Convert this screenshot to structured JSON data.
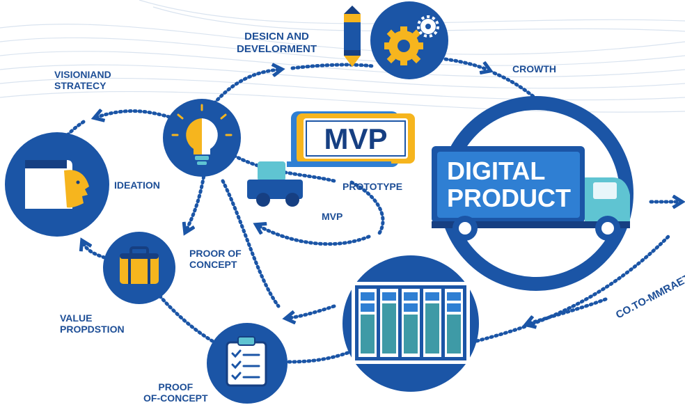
{
  "colors": {
    "primary_blue": "#1b55a6",
    "dark_blue": "#163f82",
    "light_blue": "#2f7fd3",
    "accent_yellow": "#f6b51e",
    "teal": "#5fc4d2",
    "label_blue": "#1d4e96"
  },
  "labels": {
    "design_line1": "DESICN AND",
    "design_line2": "DEVELORMENT",
    "vision_line1": "VISIONIAND",
    "vision_line2": "STRATECY",
    "growth": "CROWTH",
    "ideation": "IDEATION",
    "prototype": "PROTOTYPE",
    "mvp_label": "MVP",
    "proof_concept_line1": "PROOR OF",
    "proof_concept_line2": "CONCEPT",
    "value_line1": "VALUE",
    "value_line2": "PROPDSTION",
    "proof_bottom_line1": "PROOF",
    "proof_bottom_line2": "OF-CONCEPT",
    "go_to_market": "CO.TO-MMRAET"
  },
  "mvp_sign_text": "MVP",
  "digital_product": {
    "line1": "DIGITAL",
    "line2": "PRODUCT"
  },
  "icons": [
    "profile-head-icon",
    "lightbulb-icon",
    "pencil-icon",
    "gears-icon",
    "briefcase-icon",
    "clipboard-checklist-icon",
    "kanban-board-icon",
    "forklift-icon",
    "delivery-truck-icon"
  ]
}
